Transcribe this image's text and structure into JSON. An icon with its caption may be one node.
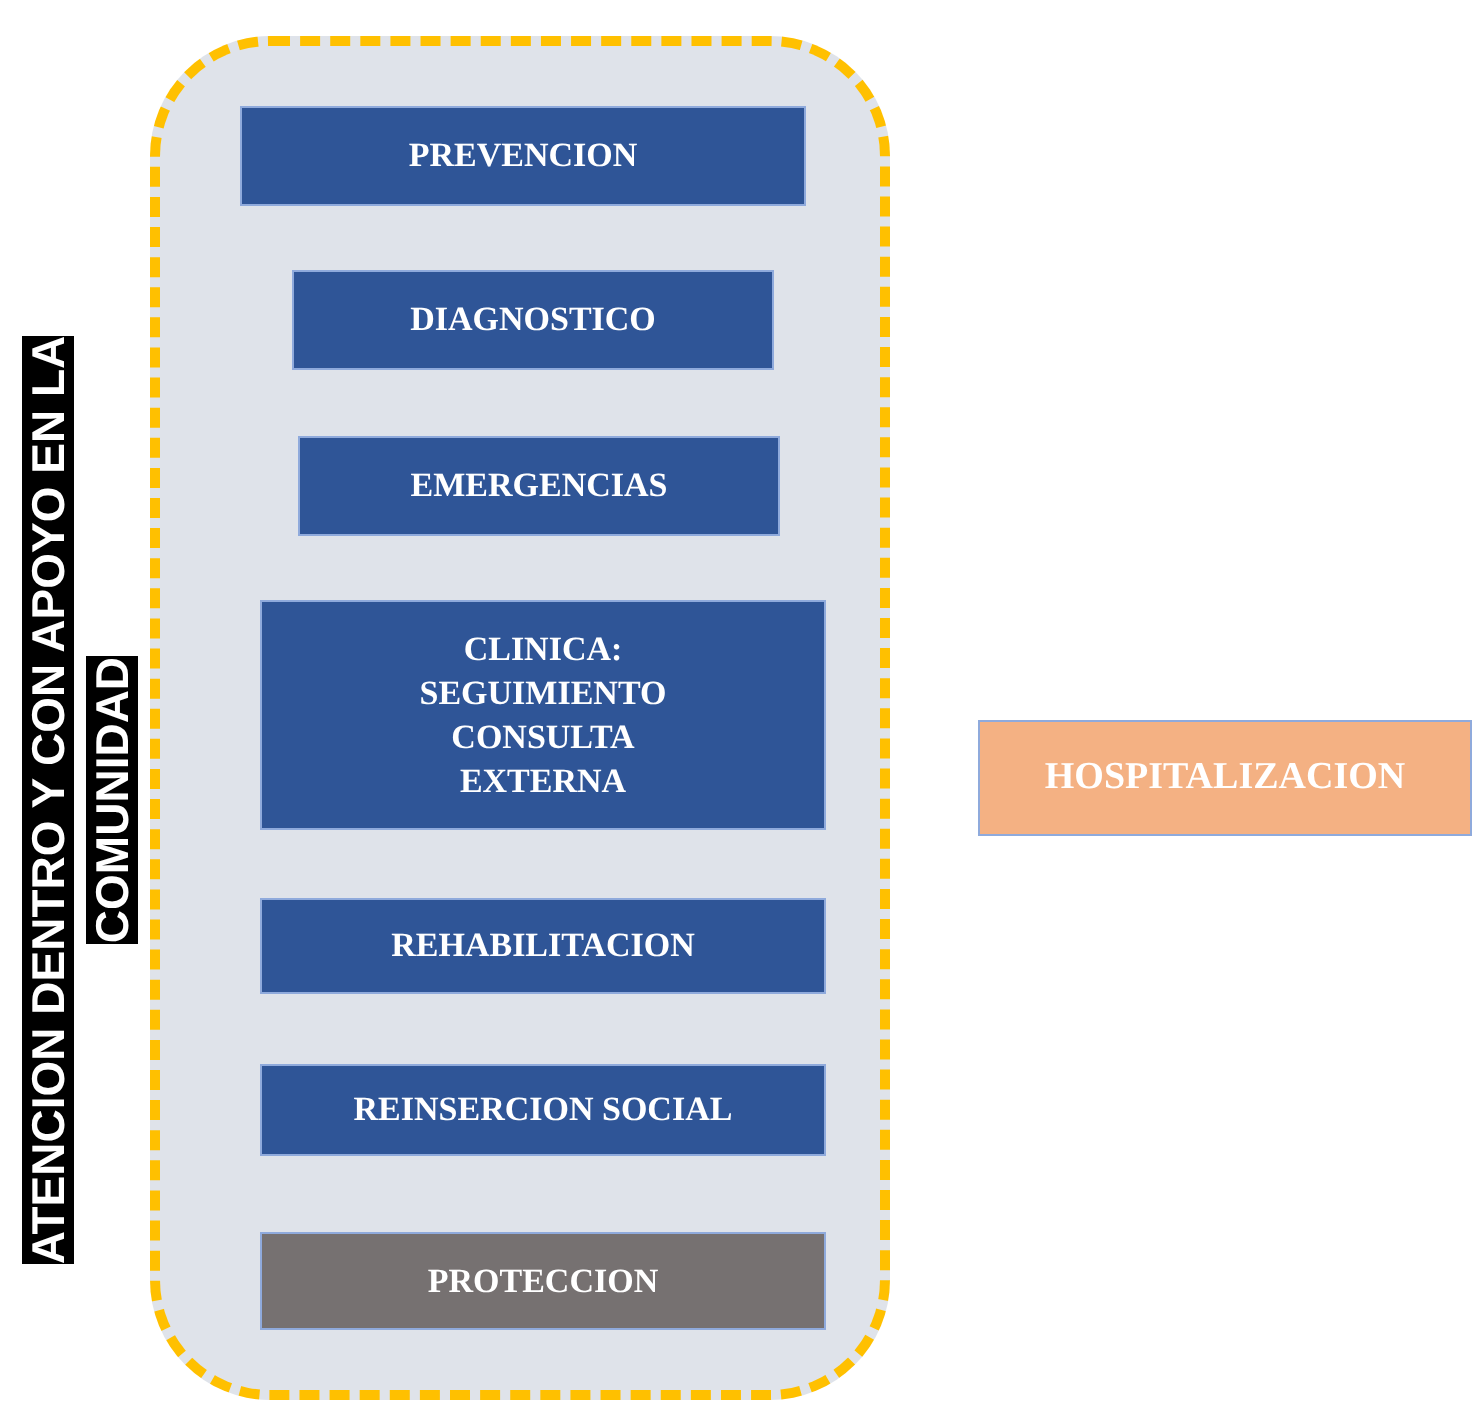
{
  "diagram": {
    "nodes": [
      {
        "text": [],
        "shape": "box"
      },
      {
        "text": [
          "PREVENCION"
        ],
        "in": 0
      },
      {
        "text": [
          "DIAGNOSTICO"
        ],
        "in": 0
      },
      {
        "text": [
          "EMERGENCIAS"
        ],
        "in": 0
      },
      {
        "text": [
          "CLINICA: SEGUIMIENTO CONSULTA EXTERNA"
        ],
        "in": 0
      },
      {
        "text": [
          "REHABILITACION"
        ],
        "in": 0
      },
      {
        "text": [
          "REINSERCION SOCIAL"
        ],
        "in": 0
      },
      {
        "text": [
          "PROTECCION"
        ],
        "in": 0
      },
      {
        "text": [
          "HOSPITALIZACION"
        ]
      }
    ],
    "labels": [
      "ATENCION DENTRO Y CON APOYO EN LA COMUNIDAD"
    ]
  }
}
